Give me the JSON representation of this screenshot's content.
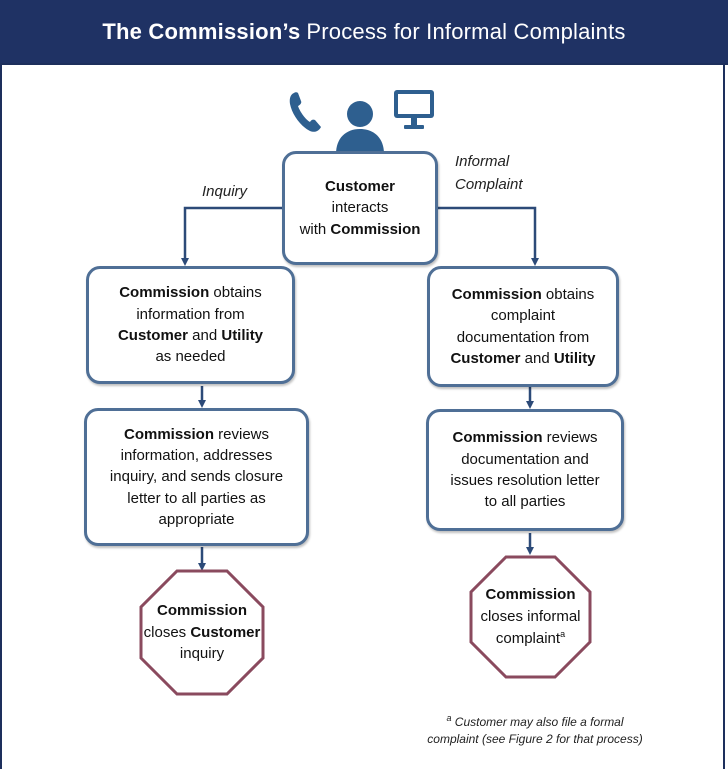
{
  "header": {
    "title_bold": "The Commission’s",
    "title_rest": "Process for Informal Complaints"
  },
  "icons": [
    "phone-icon",
    "person-icon",
    "computer-icon"
  ],
  "labels": {
    "inquiry": "Inquiry",
    "informal_1": "Informal",
    "informal_2": "Complaint"
  },
  "center": {
    "b1": "Customer",
    "t1": " interacts",
    "t2": "with ",
    "b2": "Commission"
  },
  "left": {
    "box1": {
      "b1": "Commission",
      "t1": " obtains",
      "t2": "information from",
      "b2": "Customer",
      "t3": " and ",
      "b3": "Utility",
      "t4": "as needed"
    },
    "box2": {
      "b1": "Commission",
      "t1": " reviews",
      "t2": "information, addresses",
      "t3": "inquiry, and sends closure",
      "t4": "letter to all parties as",
      "t5": "appropriate"
    },
    "oct": {
      "b1": "Commission",
      "t1": "closes ",
      "b2": "Customer",
      "t2": "inquiry"
    }
  },
  "right": {
    "box1": {
      "b1": "Commission",
      "t1": " obtains",
      "t2": "complaint",
      "t3": "documentation from",
      "b2": "Customer",
      "t4": " and ",
      "b3": "Utility"
    },
    "box2": {
      "b1": "Commission",
      "t1": " reviews",
      "t2": "documentation and",
      "t3": "issues resolution letter",
      "t4": "to all parties"
    },
    "oct": {
      "b1": "Commission",
      "t1": "closes informal",
      "t2": "complaint",
      "sup": "a"
    }
  },
  "footnote": {
    "sup": "a",
    "line1": " Customer may also file a formal",
    "line2": "complaint (see Figure 2 for that process)"
  },
  "colors": {
    "header_bg": "#1f3264",
    "box_border": "#4f6f96",
    "octagon_border": "#8a4a5e",
    "arrow": "#2c4a78",
    "icon": "#2e5f8f"
  }
}
